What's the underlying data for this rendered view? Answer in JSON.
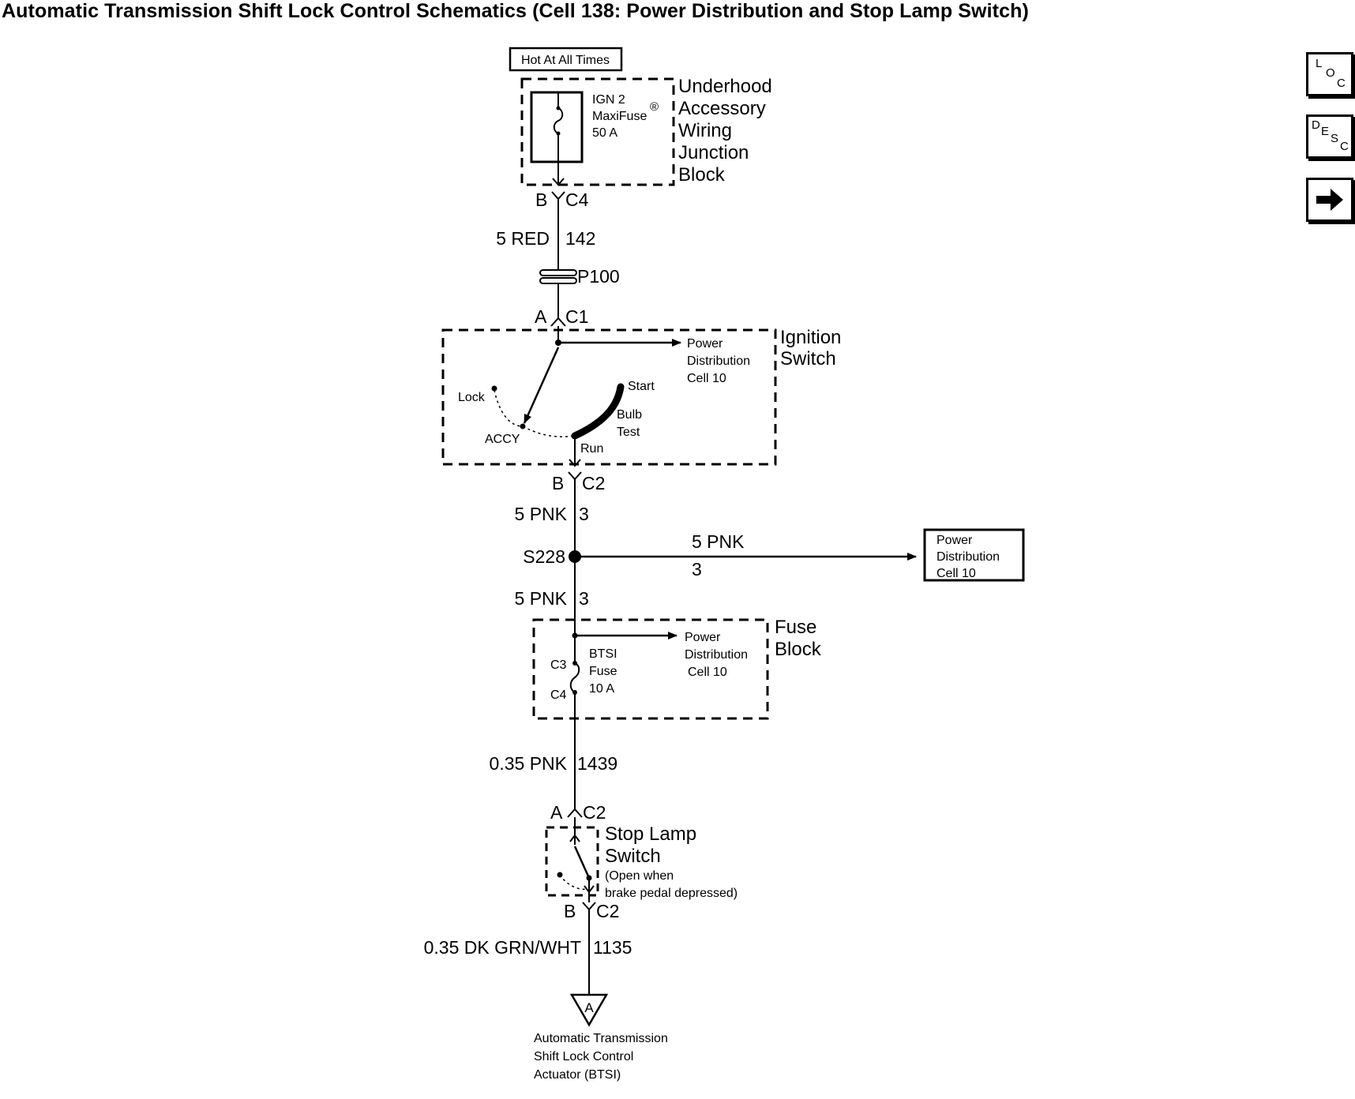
{
  "title": "Automatic Transmission Shift Lock Control Schematics (Cell 138: Power Distribution and Stop Lamp Switch)",
  "hot_label": "Hot At All Times",
  "junction_block": {
    "fuse_name": "IGN 2",
    "fuse_type": "MaxiFuse",
    "registered": "®",
    "fuse_rating": "50 A",
    "label_lines": [
      "Underhood",
      "Accessory",
      "Wiring",
      "Junction",
      "Block"
    ]
  },
  "wires": {
    "w1": {
      "pin": "B",
      "connector": "C4",
      "gauge_color": "5 RED",
      "circuit": "142"
    },
    "passthrough": "P100",
    "w2": {
      "pin": "A",
      "connector": "C1"
    },
    "w3": {
      "pin": "B",
      "connector": "C2",
      "gauge_color": "5 PNK",
      "circuit": "3"
    },
    "splice": "S228",
    "branch": {
      "gauge_color": "5 PNK",
      "circuit": "3"
    },
    "w4": {
      "gauge_color": "5 PNK",
      "circuit": "3"
    },
    "w5": {
      "gauge_color": "0.35 PNK",
      "circuit": "1439"
    },
    "w6": {
      "pin": "A",
      "connector": "C2"
    },
    "w7": {
      "pin": "B",
      "connector": "C2",
      "gauge_color": "0.35 DK GRN/WHT",
      "circuit": "1135"
    }
  },
  "ignition_switch": {
    "label_lines": [
      "Ignition",
      "Switch"
    ],
    "power_dist": [
      "Power",
      "Distribution",
      "Cell 10"
    ],
    "positions": {
      "lock": "Lock",
      "accy": "ACCY",
      "run": "Run",
      "start": "Start",
      "bulb": "Bulb",
      "test": "Test"
    }
  },
  "power_dist_box": [
    "Power",
    "Distribution",
    "Cell 10"
  ],
  "fuse_block": {
    "label_lines": [
      "Fuse",
      "Block"
    ],
    "power_dist": [
      "Power",
      "Distribution",
      "Cell 10"
    ],
    "c3": "C3",
    "c4": "C4",
    "fuse_lines": [
      "BTSI",
      "Fuse",
      "10 A"
    ]
  },
  "stop_lamp": {
    "label_lines": [
      "Stop Lamp",
      "Switch"
    ],
    "note_lines": [
      "(Open when",
      "brake pedal  depressed)"
    ]
  },
  "destination": {
    "marker": "A",
    "label_lines": [
      "Automatic Transmission",
      "Shift Lock Control",
      "Actuator (BTSI)"
    ]
  },
  "nav": {
    "loc": [
      "L",
      "O",
      "C"
    ],
    "desc": [
      "D",
      "E",
      "S",
      "C"
    ],
    "next_icon": "arrow-right-icon"
  }
}
